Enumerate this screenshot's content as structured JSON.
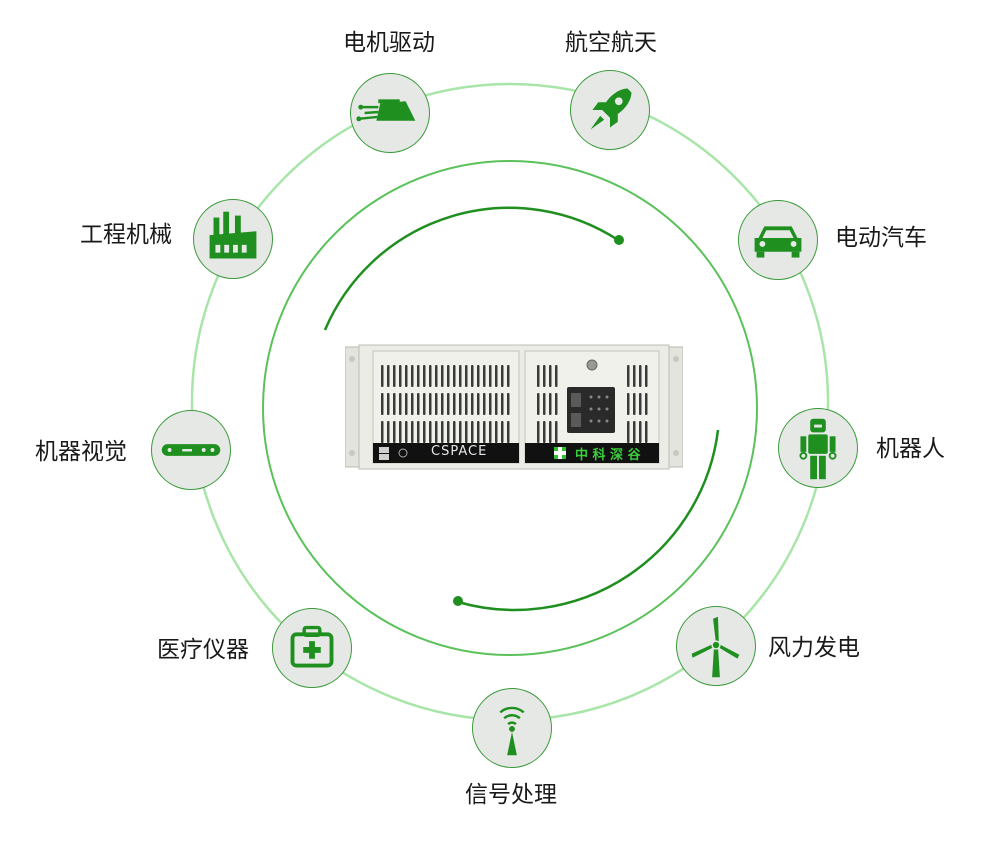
{
  "center": {
    "brand_left": "CSPACE",
    "brand_right": "中 科 深 谷"
  },
  "applications": [
    {
      "key": "motor",
      "label": "电机驱动",
      "icon": "motor-drive-icon"
    },
    {
      "key": "aero",
      "label": "航空航天",
      "icon": "rocket-icon"
    },
    {
      "key": "ev",
      "label": "电动汽车",
      "icon": "car-icon"
    },
    {
      "key": "robot",
      "label": "机器人",
      "icon": "robot-icon"
    },
    {
      "key": "wind",
      "label": "风力发电",
      "icon": "wind-turbine-icon"
    },
    {
      "key": "signal",
      "label": "信号处理",
      "icon": "antenna-signal-icon"
    },
    {
      "key": "medical",
      "label": "医疗仪器",
      "icon": "medical-kit-icon"
    },
    {
      "key": "vision",
      "label": "机器视觉",
      "icon": "vision-sensor-icon"
    },
    {
      "key": "machinery",
      "label": "工程机械",
      "icon": "factory-icon"
    }
  ],
  "colors": {
    "accent": "#1f8f1f",
    "ring_light": "#9ee09e",
    "node_bg": "#e6e8e6"
  }
}
